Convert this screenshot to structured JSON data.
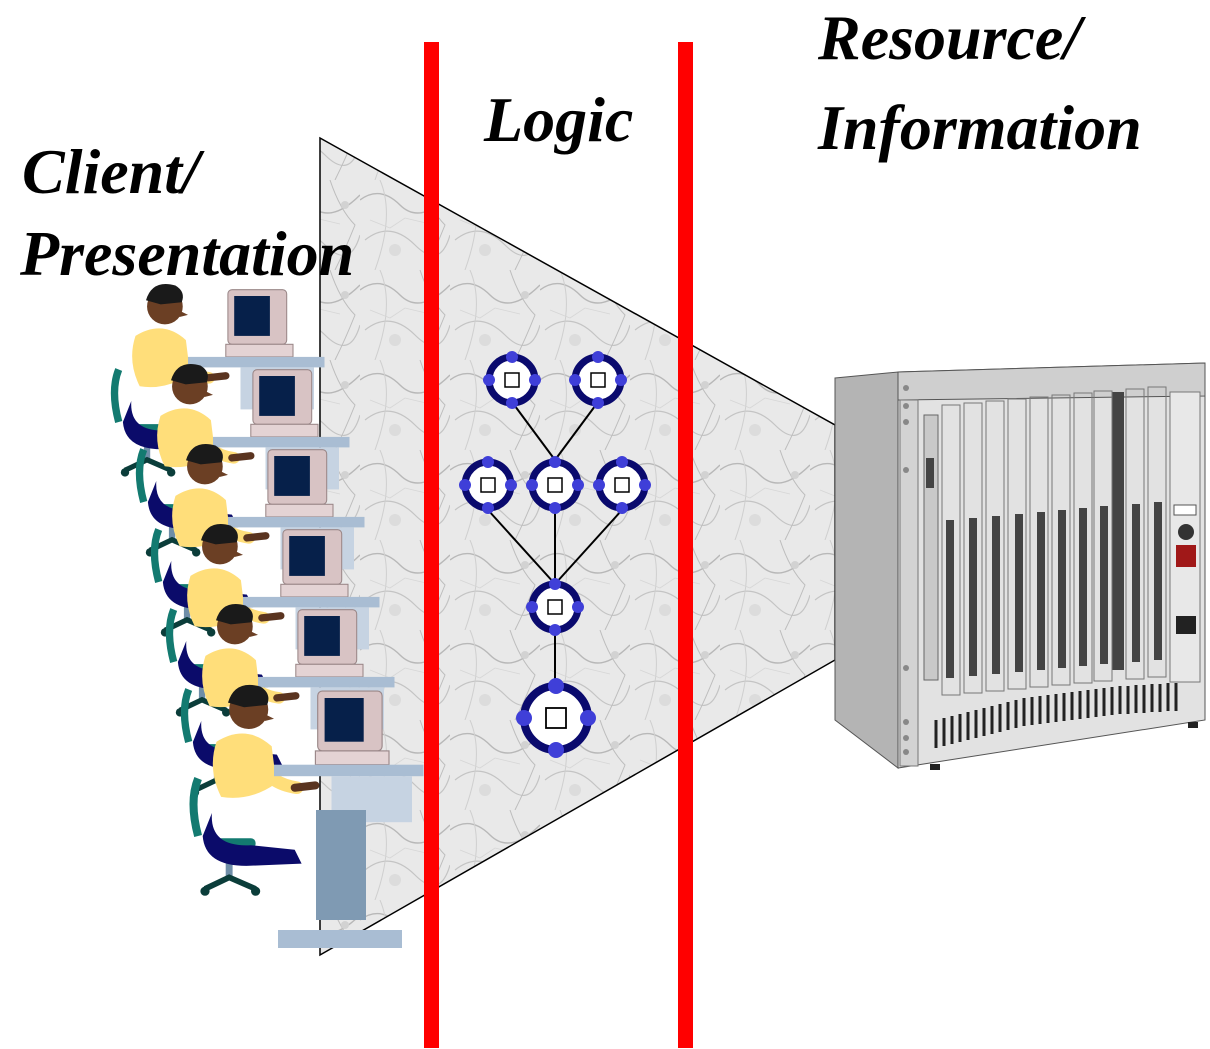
{
  "labels": {
    "client_line1": "Client/",
    "client_line2": "Presentation",
    "logic": "Logic",
    "resource_line1": "Resource/",
    "resource_line2": "Information"
  },
  "colors": {
    "divider": "#ff0000",
    "node_ring": "#0a0a6e",
    "node_dot": "#3f3fd8",
    "shirt": "#ffde7a",
    "pants": "#0b0b6a",
    "monitor": "#d8c3c4",
    "chair": "#137a70",
    "desk": "#a9bdd3",
    "rack": "#d9d9d9"
  },
  "icons": {
    "divider_left": "divider-line",
    "divider_right": "divider-line",
    "workers": "person-at-computer-icon",
    "server": "server-rack-icon",
    "logic_nodes": "component-node-icon"
  }
}
